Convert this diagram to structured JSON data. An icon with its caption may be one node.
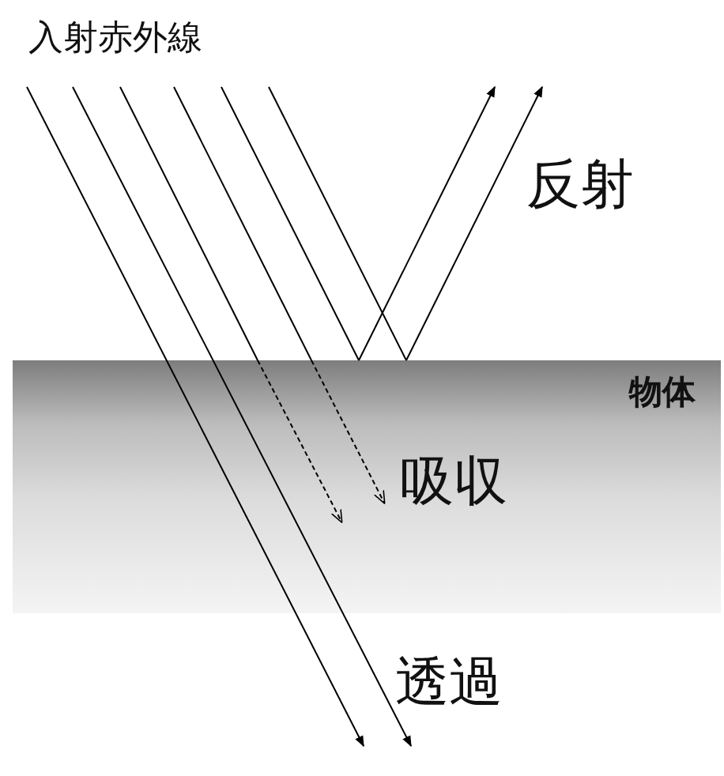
{
  "diagram": {
    "nodes": [
      {
        "text": [
          "物体"
        ]
      }
    ],
    "labels": [
      "入射赤外線",
      "反射",
      "吸収",
      "透過"
    ]
  }
}
